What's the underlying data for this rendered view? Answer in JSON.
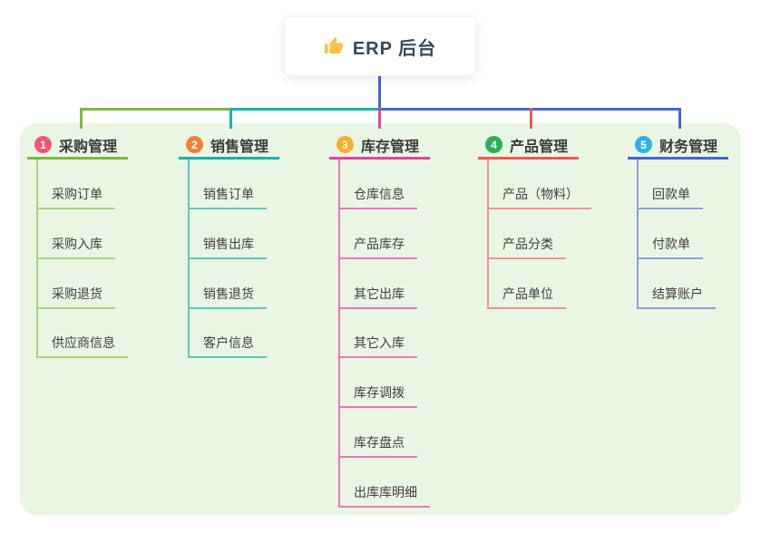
{
  "root": {
    "title": "ERP 后台",
    "icon": "thumbs-up-icon",
    "icon_color": "#f6c344",
    "line_color": "#4466d5",
    "text_color": "#33495e",
    "card_bg": "#ffffff"
  },
  "panel": {
    "bg": "#e9f6e4"
  },
  "branches": [
    {
      "key": "purchase",
      "num": "1",
      "label": "采购管理",
      "badge_color": "#f25670",
      "line_color": "#7cb93e",
      "item_line_color": "#a9d47f",
      "items": [
        "采购订单",
        "采购入库",
        "采购退货",
        "供应商信息"
      ]
    },
    {
      "key": "sales",
      "num": "2",
      "label": "销售管理",
      "badge_color": "#f0813d",
      "line_color": "#17b3a9",
      "item_line_color": "#5cc8bf",
      "items": [
        "销售订单",
        "销售出库",
        "销售退货",
        "客户信息"
      ]
    },
    {
      "key": "inventory",
      "num": "3",
      "label": "库存管理",
      "badge_color": "#fbae29",
      "line_color": "#e0459c",
      "item_line_color": "#ee74b8",
      "items": [
        "仓库信息",
        "产品库存",
        "其它出库",
        "其它入库",
        "库存调拨",
        "库存盘点",
        "出库库明细"
      ]
    },
    {
      "key": "product",
      "num": "4",
      "label": "产品管理",
      "badge_color": "#2cb157",
      "line_color": "#f8564f",
      "item_line_color": "#f9908a",
      "items": [
        "产品（物料）",
        "产品分类",
        "产品单位"
      ]
    },
    {
      "key": "finance",
      "num": "5",
      "label": "财务管理",
      "badge_color": "#2fb2ea",
      "line_color": "#4466d5",
      "item_line_color": "#8aa0de",
      "items": [
        "回款单",
        "付款单",
        "结算账户"
      ]
    }
  ]
}
